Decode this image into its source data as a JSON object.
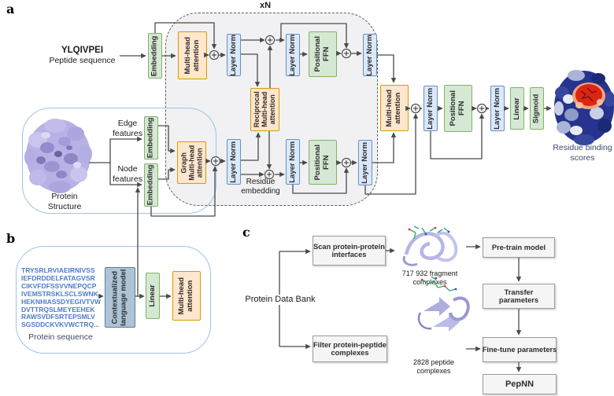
{
  "colors": {
    "green_fill": "#d5e8d4",
    "green_border": "#82b366",
    "orange_fill": "#ffe6cc",
    "orange_border": "#d79b00",
    "blue_fill": "#dae8fc",
    "blue_border": "#6c8ebf",
    "slate_fill": "#aec4d6",
    "slate_border": "#5d7a99",
    "gray_fill": "#f5f5f5",
    "gray_border": "#999999",
    "seq_text": "#4d7cc7",
    "navy_text": "#3d4a6b"
  },
  "figure": {
    "label_a": "a",
    "label_b": "b",
    "label_c": "c"
  },
  "panel_a": {
    "repeat_label": "xN",
    "peptide_sequence": "YLQIVPEI",
    "peptide_caption": "Peptide sequence",
    "labels": {
      "embedding": "Embedding",
      "multi_head_attention": "Multi-head\nattention",
      "layer_norm": "Layer Norm",
      "positional_ffn": "Positional\nFFN",
      "reciprocal_mha": "Reciprocal\nMulti-head\nattention",
      "graph_mha": "Graph\nMulti-head\nattention",
      "linear": "Linear",
      "sigmoid": "Sigmoid"
    },
    "edge_features": "Edge\nfeatures",
    "node_features": "Node\nfeatures",
    "protein_structure": "Protein\nStructure",
    "residue_embedding": "Residue\nembedding",
    "residue_binding_scores": "Residue binding\nscores"
  },
  "panel_b": {
    "sequence_lines": [
      "TRYSRLRVIAEIRNIVSS",
      "IEFDRDDELFATAGVSR",
      "CIKVFDFSSVVNEPQCP",
      "IVEMSTRSKLSCLSWNK",
      "HEKNHIASSDYEGIVTVW",
      "DVTTRQSLMEYEEHEK",
      "RAWSVDFSRTEPSMLV",
      "SGSDDCKVKVWCTRQ..."
    ],
    "sequence_caption": "Protein sequence",
    "clm_label": "Contextualized\nlanguage model",
    "linear_label": "Linear",
    "mha_label": "Multi-head\nattention"
  },
  "panel_c": {
    "source": "Protein Data Bank",
    "scan_box": "Scan protein-protein\ninterfaces",
    "filter_box": "Filter protein-peptide\ncomplexes",
    "fragment_caption": "717 932 fragment\ncomplexes",
    "peptide_caption": "2828 peptide\ncomplexes",
    "pretrain": "Pre-train model",
    "transfer": "Transfer\nparameters",
    "finetune": "Fine-tune parameters",
    "pepnn": "PepNN"
  }
}
